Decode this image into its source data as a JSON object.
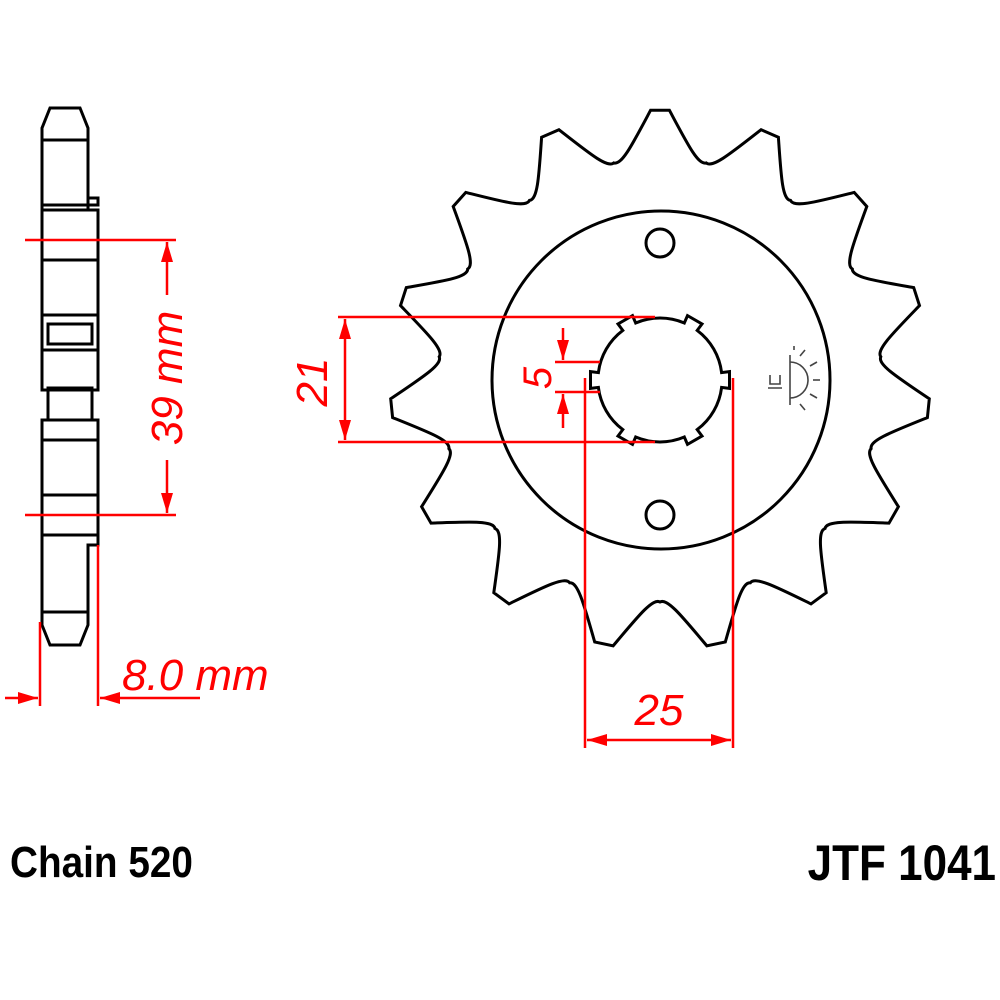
{
  "colors": {
    "outline": "#000000",
    "dimension": "#ff0000",
    "background": "#ffffff"
  },
  "dimensions": {
    "pitch_dim": "39 mm",
    "thickness_dim": "8.0 mm",
    "spline_depth_dim": "21",
    "key_width_dim": "5",
    "bore_dim": "25"
  },
  "footer": {
    "chain": "Chain 520",
    "part_number": "JTF 1041"
  },
  "icons": {
    "logo": "sun-logo-icon"
  }
}
